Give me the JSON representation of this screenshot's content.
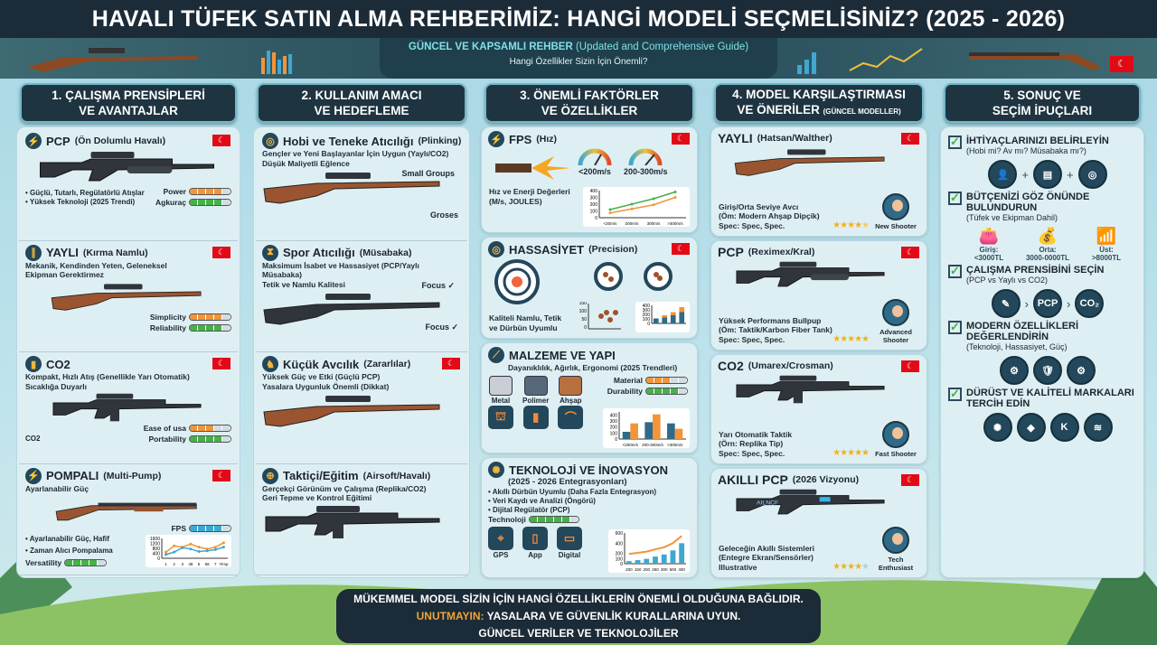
{
  "title": "HAVALI TÜFEK SATIN ALMA REHBERİMİZ: HANGİ MODELİ SEÇMELİSİNİZ? (2025 - 2026)",
  "banner": {
    "guide_bold": "GÜNCEL VE KAPSAMLI REHBER",
    "guide_en": "(Updated and Comprehensive Guide)",
    "question": "Hangi Özellikler Sizin İçin Önemli?"
  },
  "colors": {
    "navy": "#1c2b38",
    "orange": "#f0953a",
    "green": "#46b04a",
    "blue": "#3fa7d0",
    "flag": "#e30a17"
  },
  "col1": {
    "header": [
      "1. ÇALIŞMA PRENSİPLERİ",
      "VE AVANTAJLAR"
    ],
    "cards": [
      {
        "icon": "pcp-icon",
        "title": "PCP",
        "paren": "(Ön Dolumlu Havalı)",
        "gun": "tactical",
        "lines": [],
        "bullets": [
          "• Güçlü, Tutarlı, Regülatörlü Atışlar",
          "• Yüksek Teknoloji (2025 Trendi)"
        ],
        "bars": [
          {
            "label": "Power",
            "filled": 4,
            "total": 5,
            "color": "#f0953a"
          },
          {
            "label": "Agkuraç",
            "filled": 4,
            "total": 5,
            "color": "#46b04a"
          }
        ]
      },
      {
        "icon": "spring-icon",
        "title": "YAYLI",
        "paren": "(Kırma Namlu)",
        "gun": "wood",
        "lines": [
          "Mekanik, Kendinden Yeten, Geleneksel",
          "Ekipman Gerektirmez"
        ],
        "bullets": [],
        "bars": [
          {
            "label": "Simplicity",
            "filled": 4,
            "total": 5,
            "color": "#f0953a"
          },
          {
            "label": "Reliability",
            "filled": 4,
            "total": 5,
            "color": "#46b04a"
          }
        ]
      },
      {
        "icon": "co2-cartridge-icon",
        "title": "CO2",
        "paren": "",
        "gun": "ar",
        "lines": [
          "Kompakt, Hızlı Atış (Genellikle Yarı Otomatik)",
          "Sıcaklığa Duyarlı"
        ],
        "bullets": [
          "CO2"
        ],
        "bars": [
          {
            "label": "Ease of usa",
            "filled": 3,
            "total": 5,
            "color": "#f0953a"
          },
          {
            "label": "Portability",
            "filled": 4,
            "total": 5,
            "color": "#46b04a"
          }
        ]
      },
      {
        "icon": "lightning-icon",
        "title": "POMPALI",
        "paren": "(Multi-Pump)",
        "gun": "pump",
        "lines": [
          "Ayarlanabilir Güç"
        ],
        "bullets": [
          "• Ayarlanabilir Güç, Hafif",
          "• Zaman Alıcı Pompalama"
        ],
        "bars": [
          {
            "label": "FPS",
            "filled": 4,
            "total": 5,
            "color": "#3fa7d0"
          },
          {
            "label": "Versatility",
            "filled": 4,
            "total": 5,
            "color": "#46b04a"
          }
        ],
        "chart": {
          "type": "line",
          "yticks": [
            0,
            400,
            800,
            1200,
            1600
          ],
          "ymax": 1600,
          "x": [
            "1",
            "2",
            "3",
            "48",
            "5",
            "66",
            "7",
            "Yimp"
          ],
          "series": [
            {
              "color": "#f0953a",
              "values": [
                500,
                1000,
                900,
                1150,
                900,
                750,
                900,
                1250
              ]
            },
            {
              "color": "#3fa7d0",
              "values": [
                300,
                500,
                850,
                750,
                550,
                600,
                700,
                900
              ]
            }
          ]
        }
      }
    ]
  },
  "col2": {
    "header": [
      "2. KULLANIM AMACI",
      "VE HEDEFLEME"
    ],
    "cards": [
      {
        "icon": "target-icon",
        "title": "Hobi ve Teneke Atıcılığı",
        "paren": "(Plinking)",
        "gun": "wood",
        "lines": [
          "Gençler ve Yeni Başlayanlar İçin Uygun (Yaylı/CO2)",
          "Düşük Maliyetli Eğlence"
        ],
        "tags": [
          "Small Groups",
          "Groses"
        ]
      },
      {
        "icon": "hourglass-icon",
        "title": "Spor Atıcılığı",
        "paren": "(Müsabaka)",
        "gun": "sport",
        "lines": [
          "Maksimum İsabet ve Hassasiyet (PCP/Yaylı Müsabaka)",
          "Tetik ve Namlu Kalitesi"
        ],
        "tags": [
          "Focus ✓",
          "Focus ✓"
        ]
      },
      {
        "icon": "deer-icon",
        "title": "Küçük Avcılık",
        "paren": "(Zararlılar)",
        "gun": "wood",
        "flag": true,
        "lines": [
          "Yüksek Güç ve Etki (Güçlü PCP)",
          "Yasalara Uygunluk Önemli (Dikkat)"
        ],
        "tags": []
      },
      {
        "icon": "crosshair-badge-icon",
        "title": "Taktiçi/Eğitim",
        "paren": "(Airsoft/Havalı)",
        "gun": "ar",
        "lines": [
          "Gerçekçi Görünüm ve Çalışma (Replika/CO2)",
          "Geri Tepme ve Kontrol Eğitimi"
        ],
        "tags": []
      }
    ]
  },
  "col3": {
    "header": [
      "3. ÖNEMLİ FAKTÖRLER",
      "VE ÖZELLİKLER"
    ],
    "fps": {
      "title": "FPS",
      "paren": "(Hız)",
      "gauges": [
        "<200m/s",
        "200-300m/s"
      ],
      "text": [
        "Hız ve Enerji Değerleri",
        "(M/s, JOULES)"
      ],
      "chart": {
        "type": "line",
        "yticks": [
          0,
          100,
          200,
          300,
          400
        ],
        "ymax": 400,
        "x": [
          "<20m/s",
          "200m/s",
          "300m/s",
          ">300m/s"
        ],
        "series": [
          {
            "color": "#46b04a",
            "values": [
              120,
              200,
              280,
              380
            ]
          },
          {
            "color": "#f0953a",
            "values": [
              70,
              130,
              190,
              300
            ]
          }
        ]
      }
    },
    "precision": {
      "title": "HASSASİYET",
      "paren": "(Precision)",
      "text": [
        "Kaliteli Namlu, Tetik",
        "ve Dürbün Uyumlu"
      ],
      "scatter_yticks": [
        0,
        50,
        100,
        150
      ],
      "chart": {
        "type": "stacked",
        "yticks": [
          0,
          100,
          200,
          300,
          400
        ],
        "ymax": 400,
        "x": [
          "",
          "",
          "",
          ""
        ],
        "series": [
          {
            "color": "#2f6a88",
            "values": [
              110,
              130,
              180,
              250
            ]
          },
          {
            "color": "#f0953a",
            "values": [
              0,
              50,
              70,
              110
            ]
          }
        ]
      }
    },
    "material": {
      "title": "MALZEME VE YAPI",
      "sub": "Dayanıklılık, Ağırlık, Ergonomi (2025 Trendleri)",
      "swatches": [
        "Metal",
        "Polimer",
        "Ahşap"
      ],
      "bars": [
        {
          "label": "Material",
          "filled": 3,
          "total": 5,
          "color": "#f0953a"
        },
        {
          "label": "Durability",
          "filled": 4,
          "total": 5,
          "color": "#46b04a"
        }
      ],
      "chart": {
        "type": "grouped",
        "yticks": [
          0,
          100,
          200,
          300,
          400
        ],
        "ymax": 450,
        "x": [
          "<200m/s",
          "200-300m/s",
          ">300m/s"
        ],
        "series": [
          {
            "color": "#2f6a88",
            "values": [
              120,
              280,
              260
            ]
          },
          {
            "color": "#f0953a",
            "values": [
              260,
              410,
              170
            ]
          }
        ]
      }
    },
    "tech": {
      "title": "TEKNOLOJİ VE İNOVASYON",
      "sub": "(2025 - 2026 Entegrasyonları)",
      "bullets": [
        "• Akıllı Dürbün Uyumlu (Daha Fazla Entegrasyon)",
        "• Veri Kaydı ve Analizi (Öngörü)",
        "• Dijital Regülatör (PCP)"
      ],
      "bar": {
        "label": "Technoloji",
        "filled": 5,
        "total": 6,
        "color": "#46b04a"
      },
      "icons": [
        "GPS",
        "App",
        "Digital"
      ],
      "chart": {
        "type": "bar",
        "yticks": [
          0,
          100,
          200,
          400,
          600
        ],
        "ymax": 600,
        "x": [
          "200",
          "150",
          "200",
          "250",
          "300",
          "500",
          "400"
        ],
        "series": [
          {
            "color": "#3fa7d0",
            "values": [
              50,
              70,
              95,
              140,
              180,
              260,
              400
            ]
          }
        ]
      }
    }
  },
  "col4": {
    "header": [
      "4. MODEL KARŞILAŞTIRMASI",
      "VE ÖNERİLER"
    ],
    "header_small": "(GÜNCEL MODELLER)",
    "cards": [
      {
        "title": "YAYLI",
        "paren": "(Hatsan/Walther)",
        "gun": "wood",
        "lines": [
          "Giriş/Orta Seviye Avcı",
          "(Öm: Modern Ahşap Dipçik)",
          "Spec: Spec, Spec."
        ],
        "rating": 4.5,
        "persona": "New Shooter"
      },
      {
        "title": "PCP",
        "paren": "(Reximex/Kral)",
        "gun": "bullpup",
        "lines": [
          "Yüksek Performans Bullpup",
          "(Öm: Taktik/Karbon Fiber Tank)",
          "Spec: Spec, Spec."
        ],
        "rating": 5,
        "persona": "Advanced Shooter"
      },
      {
        "title": "CO2",
        "paren": "(Umarex/Crosman)",
        "gun": "ar",
        "lines": [
          "Yarı Otomatik Taktik",
          "(Örn: Replika Tip)",
          "Spec: Spec, Spec."
        ],
        "rating": 5,
        "persona": "Fast Shooter"
      },
      {
        "title": "AKILLI PCP",
        "paren": "(2026 Vizyonu)",
        "gun": "smart",
        "gun_label": "AILNCF",
        "lines": [
          "Geleceğin Akıllı Sistemleri",
          "(Entegre Ekran/Sensörler)",
          "Illustrative"
        ],
        "rating": 4,
        "persona": "Tech Enthusiast"
      }
    ]
  },
  "col5": {
    "header": [
      "5. SONUÇ VE",
      "SEÇİM İPUÇLARI"
    ],
    "steps": [
      {
        "title": "İHTİYAÇLARINIZI BELİRLEYİN",
        "sub": "(Hobi mi? Av mı? Müsabaka mı?)",
        "icons": [
          "👤",
          "▤",
          "◎"
        ]
      },
      {
        "title": "BÜTÇENİZİ GÖZ ÖNÜNDE BULUNDURUN",
        "sub": "(Tüfek ve Ekipman Dahil)",
        "tiers": [
          [
            "Giriş:",
            "<3000TL"
          ],
          [
            "Orta:",
            "3000-0000TL"
          ],
          [
            "Üst:",
            ">8000TL"
          ]
        ]
      },
      {
        "title": "ÇALIŞMA PRENSİBİNİ SEÇİN",
        "sub": "(PCP vs Yaylı vs CO2)",
        "icons": [
          "✎",
          "PCP",
          "CO₂"
        ]
      },
      {
        "title": "MODERN ÖZELLİKLERİ DEĞERLENDİRİN",
        "sub": "(Teknoloji, Hassasiyet, Güç)",
        "icons": [
          "⚙",
          "🛡",
          "⚙"
        ]
      },
      {
        "title": "DÜRÜST VE KALİTELİ MARKALARI TERCİH EDİN",
        "sub": "",
        "icons": [
          "✺",
          "◆",
          "K",
          "≋"
        ]
      }
    ]
  },
  "footer": {
    "line1": "MÜKEMMEL MODEL SİZİN İÇİN HANGİ ÖZELLİKLERİN ÖNEMLİ OLDUĞUNA BAĞLIDIR.",
    "warn": "UNUTMAYIN:",
    "line2": " YASALARA VE GÜVENLİK KURALLARINA UYUN.",
    "line3": "GÜNCEL VERİLER VE TEKNOLOJİLER"
  }
}
